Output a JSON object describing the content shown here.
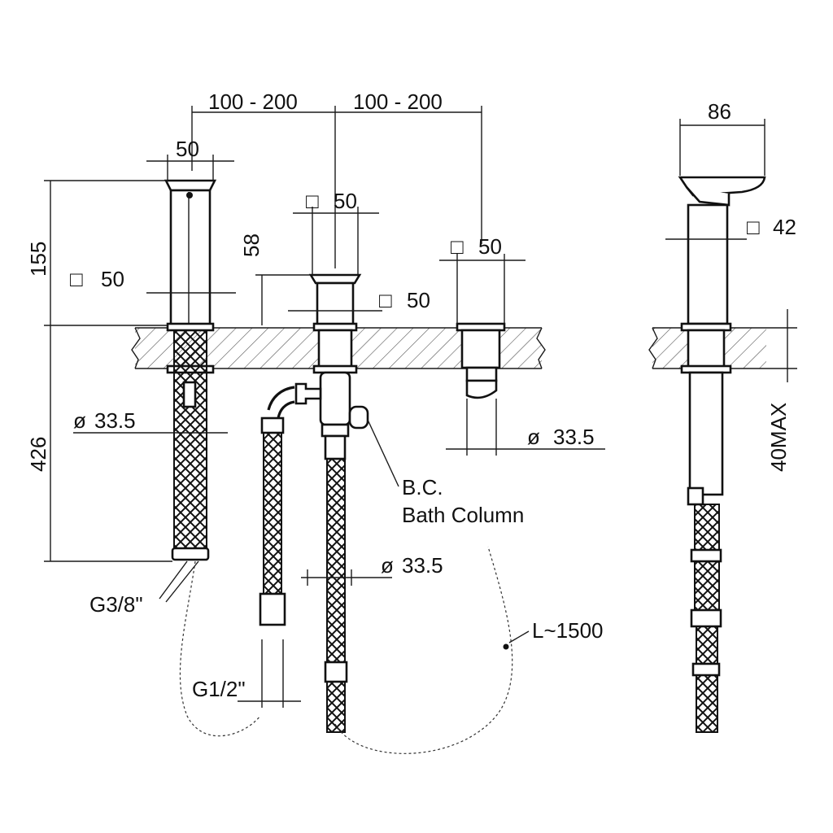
{
  "dimensions": {
    "spacing_left": "100 - 200",
    "spacing_right": "100 - 200",
    "lever_width": "50",
    "body_height": "155",
    "hose_length_left": "426",
    "square_left": "50",
    "column_square_top": "50",
    "column_height": "58",
    "column_square_mid": "50",
    "spout_square": "50",
    "dia_left": "33.5",
    "dia_right": "33.5",
    "dia_center": "33.5",
    "side_width": "86",
    "side_square": "42",
    "deck_thickness": "40MAX",
    "connection_small": "G3/8\"",
    "connection_large": "G1/2\"",
    "length_hose": "L~1500"
  },
  "labels": {
    "bc_short": "B.C.",
    "bc_long": "Bath Column",
    "diameter_symbol": "ø",
    "square_symbol": "□"
  }
}
